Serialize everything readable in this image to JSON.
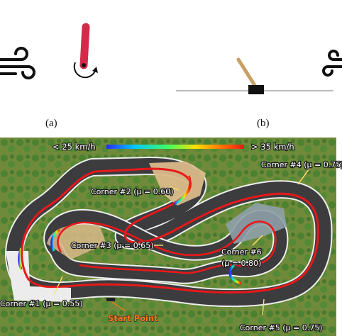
{
  "captions": {
    "a": "(a)",
    "b": "(b)"
  },
  "speed_bar": {
    "min_label": "< 25 km/h",
    "max_label": "> 35 km/h"
  },
  "corners": [
    {
      "label": "Corner #1 (μ = 0.55)"
    },
    {
      "label": "Corner #2 (μ = 0.60)"
    },
    {
      "label": "Corner #3 (μ = 0.65)"
    },
    {
      "label_line1": "Corner #6",
      "label_line2": "(μ = 0.80)"
    },
    {
      "label": "Corner #4 (μ = 0.75)"
    },
    {
      "label": "Corner #5 (μ = 0.75)"
    }
  ],
  "start_label": "Start Point",
  "colors": {
    "trajectory": "#e8181a",
    "start": "#ff7a1a",
    "grass": "#6f8a3a",
    "road": "#3c3c3e"
  },
  "icons": [
    "wind-icon",
    "pendulum-icon",
    "cartpole-icon",
    "wind-icon"
  ]
}
